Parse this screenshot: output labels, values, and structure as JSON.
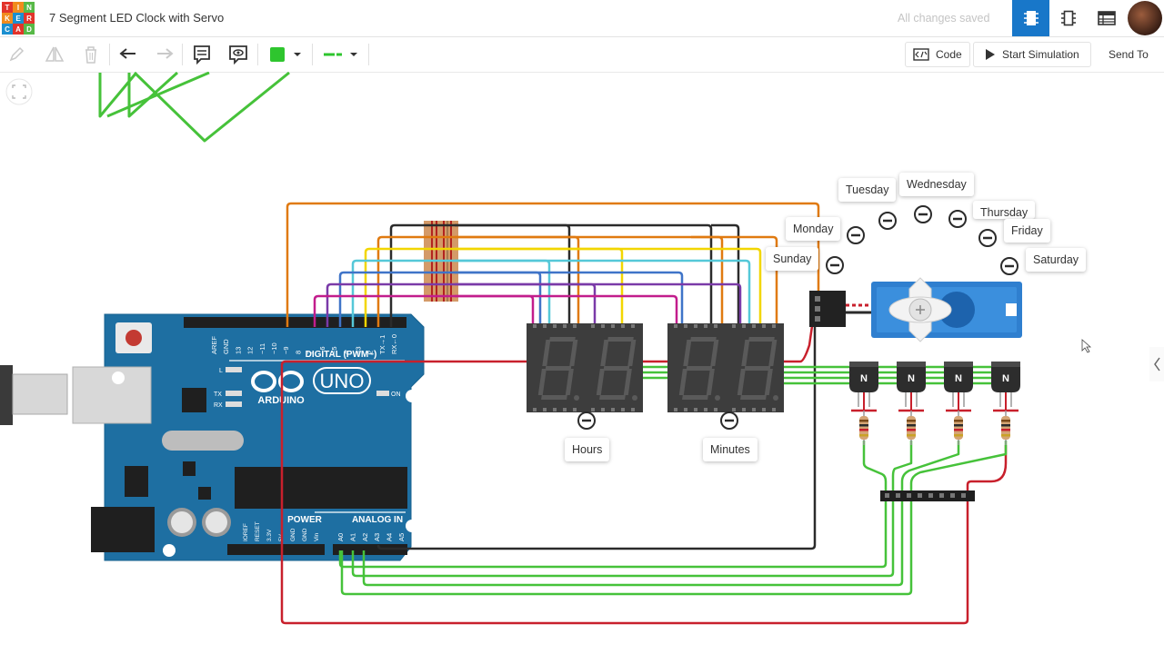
{
  "logo": {
    "letters": [
      "T",
      "I",
      "N",
      "K",
      "E",
      "R",
      "C",
      "A",
      "D"
    ]
  },
  "header": {
    "project_title": "7 Segment LED Clock with Servo",
    "save_status": "All changes saved"
  },
  "toolbar": {
    "color_swatch": "#2ec52e",
    "code_label": "Code",
    "start_simulation_label": "Start Simulation",
    "send_to_label": "Send To"
  },
  "arduino": {
    "brand": "ARDUINO",
    "model": "UNO",
    "digital_label": "DIGITAL (PWM~)",
    "power_label": "POWER",
    "analog_label": "ANALOG IN",
    "on_label": "ON",
    "l_label": "L",
    "tx_label": "TX",
    "rx_label": "RX",
    "top_pins": [
      "AREF",
      "GND",
      "13",
      "12",
      "~11",
      "~10",
      "~9",
      "8",
      "7",
      "~6",
      "~5",
      "4",
      "~3",
      "2",
      "TX→1",
      "RX←0"
    ],
    "power_pins": [
      "IOREF",
      "RESET",
      "3.3V",
      "5V",
      "GND",
      "GND",
      "Vin"
    ],
    "analog_pins": [
      "A0",
      "A1",
      "A2",
      "A3",
      "A4",
      "A5"
    ]
  },
  "labels": {
    "hours": "Hours",
    "minutes": "Minutes",
    "days": [
      "Sunday",
      "Monday",
      "Tuesday",
      "Wednesday",
      "Thursday",
      "Friday",
      "Saturday"
    ]
  },
  "transistor_label": "N",
  "wire_colors": {
    "orange": "#e07a10",
    "black": "#2b2b2b",
    "yellow": "#f2d600",
    "cyan": "#55c8d8",
    "blue": "#3f74c8",
    "purple": "#7a3aa8",
    "magenta": "#c21d8c",
    "green": "#46c23a",
    "red": "#c8202c"
  }
}
